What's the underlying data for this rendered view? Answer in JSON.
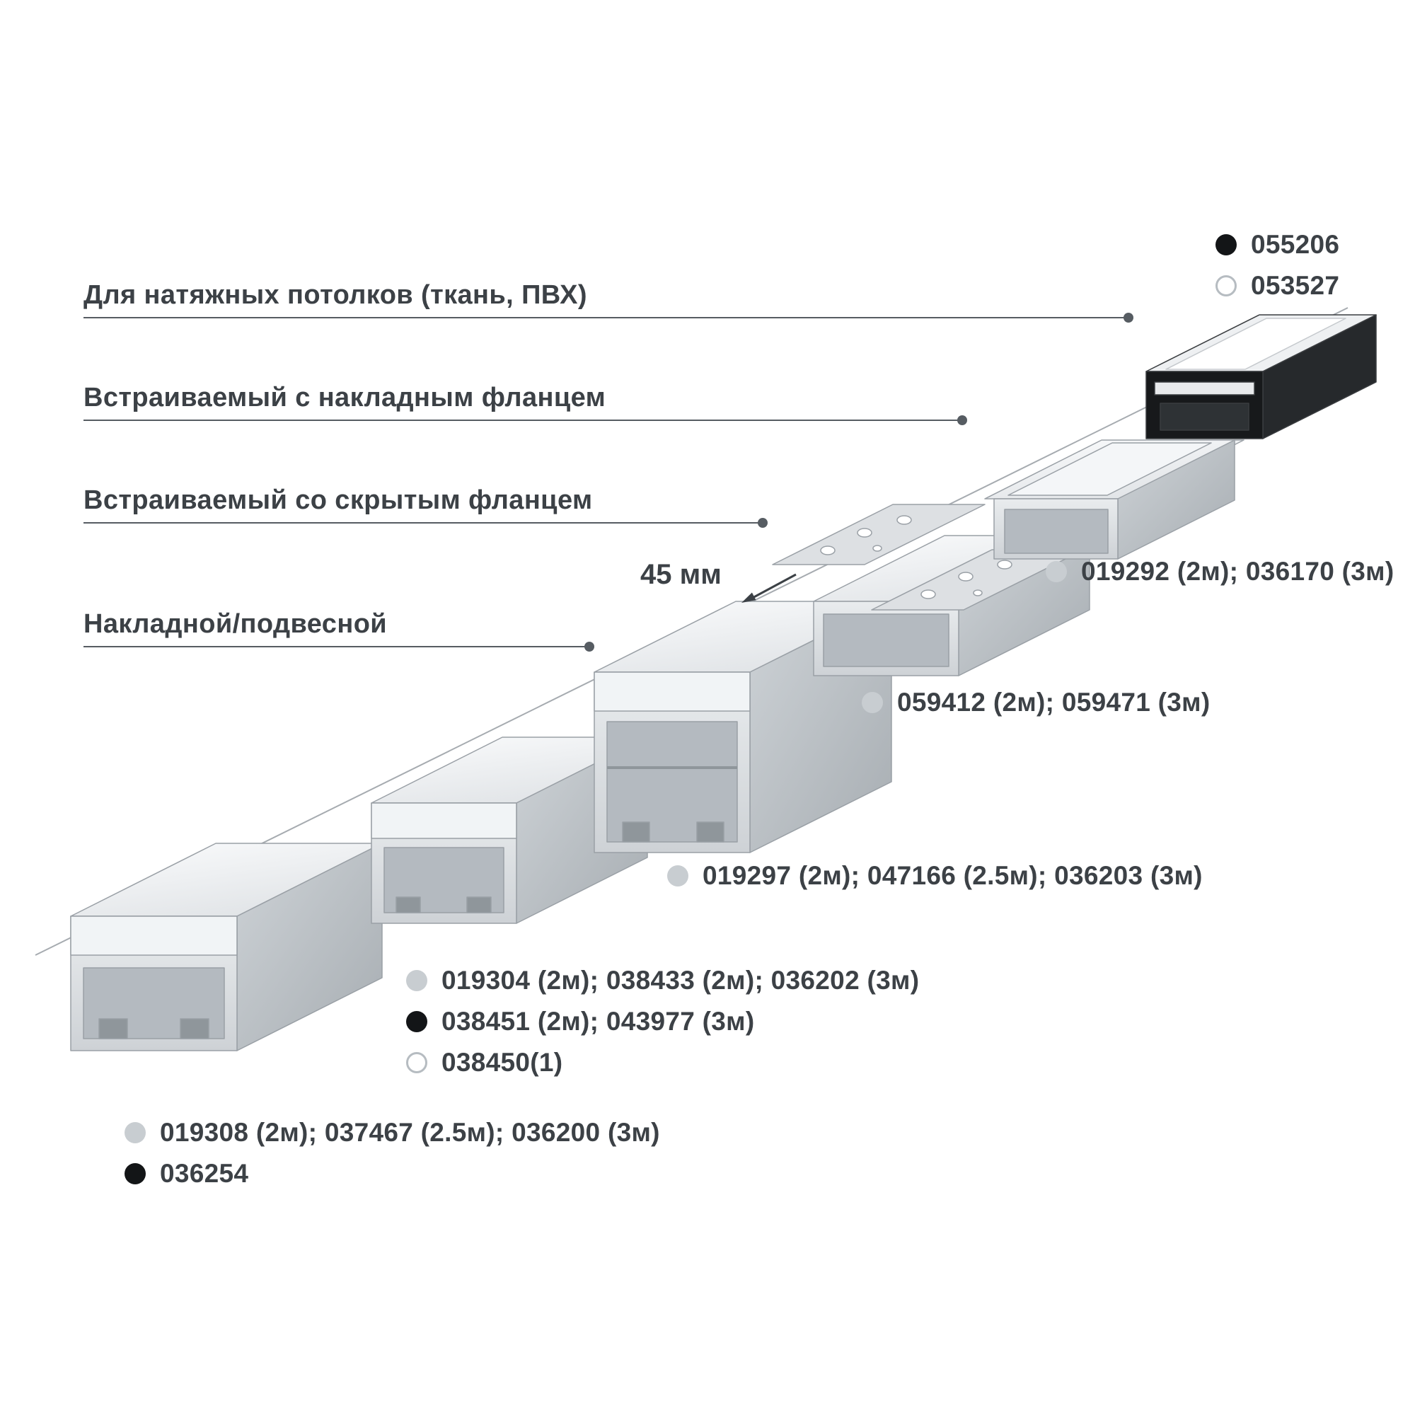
{
  "categories": [
    {
      "label": "Для натяжных потолков (ткань, ПВХ)"
    },
    {
      "label": "Встраиваемый с накладным фланцем"
    },
    {
      "label": "Встраиваемый со скрытым фланцем"
    },
    {
      "label": "Накладной/подвесной"
    }
  ],
  "dimension_label": "45 мм",
  "code_groups": [
    {
      "name": "stretch-ceiling-codes",
      "items": [
        {
          "marker": "black",
          "text": "055206"
        },
        {
          "marker": "white",
          "text": "053527"
        }
      ]
    },
    {
      "name": "recessed-surface-flange-codes",
      "items": [
        {
          "marker": "gray",
          "text": "019292 (2м); 036170 (3м)"
        }
      ]
    },
    {
      "name": "recessed-hidden-flange-codes",
      "items": [
        {
          "marker": "gray",
          "text": "059412 (2м); 059471 (3м)"
        }
      ]
    },
    {
      "name": "surface-profile-large-codes",
      "items": [
        {
          "marker": "gray",
          "text": "019297 (2м); 047166 (2.5м); 036203 (3м)"
        }
      ]
    },
    {
      "name": "surface-profile-medium-codes",
      "items": [
        {
          "marker": "gray",
          "text": "019304 (2м); 038433 (2м); 036202 (3м)"
        },
        {
          "marker": "black",
          "text": "038451 (2м); 043977 (3м)"
        },
        {
          "marker": "white",
          "text": "038450(1)"
        }
      ]
    },
    {
      "name": "surface-profile-small-codes",
      "items": [
        {
          "marker": "gray",
          "text": "019308 (2м); 037467 (2.5м); 036200 (3м)"
        },
        {
          "marker": "black",
          "text": "036254"
        }
      ]
    }
  ],
  "colors": {
    "text": "#3c4146",
    "leader_line": "#565c62",
    "marker_gray": "#c8cdd1",
    "marker_black": "#131517",
    "marker_white_border": "#b6bcc1"
  }
}
